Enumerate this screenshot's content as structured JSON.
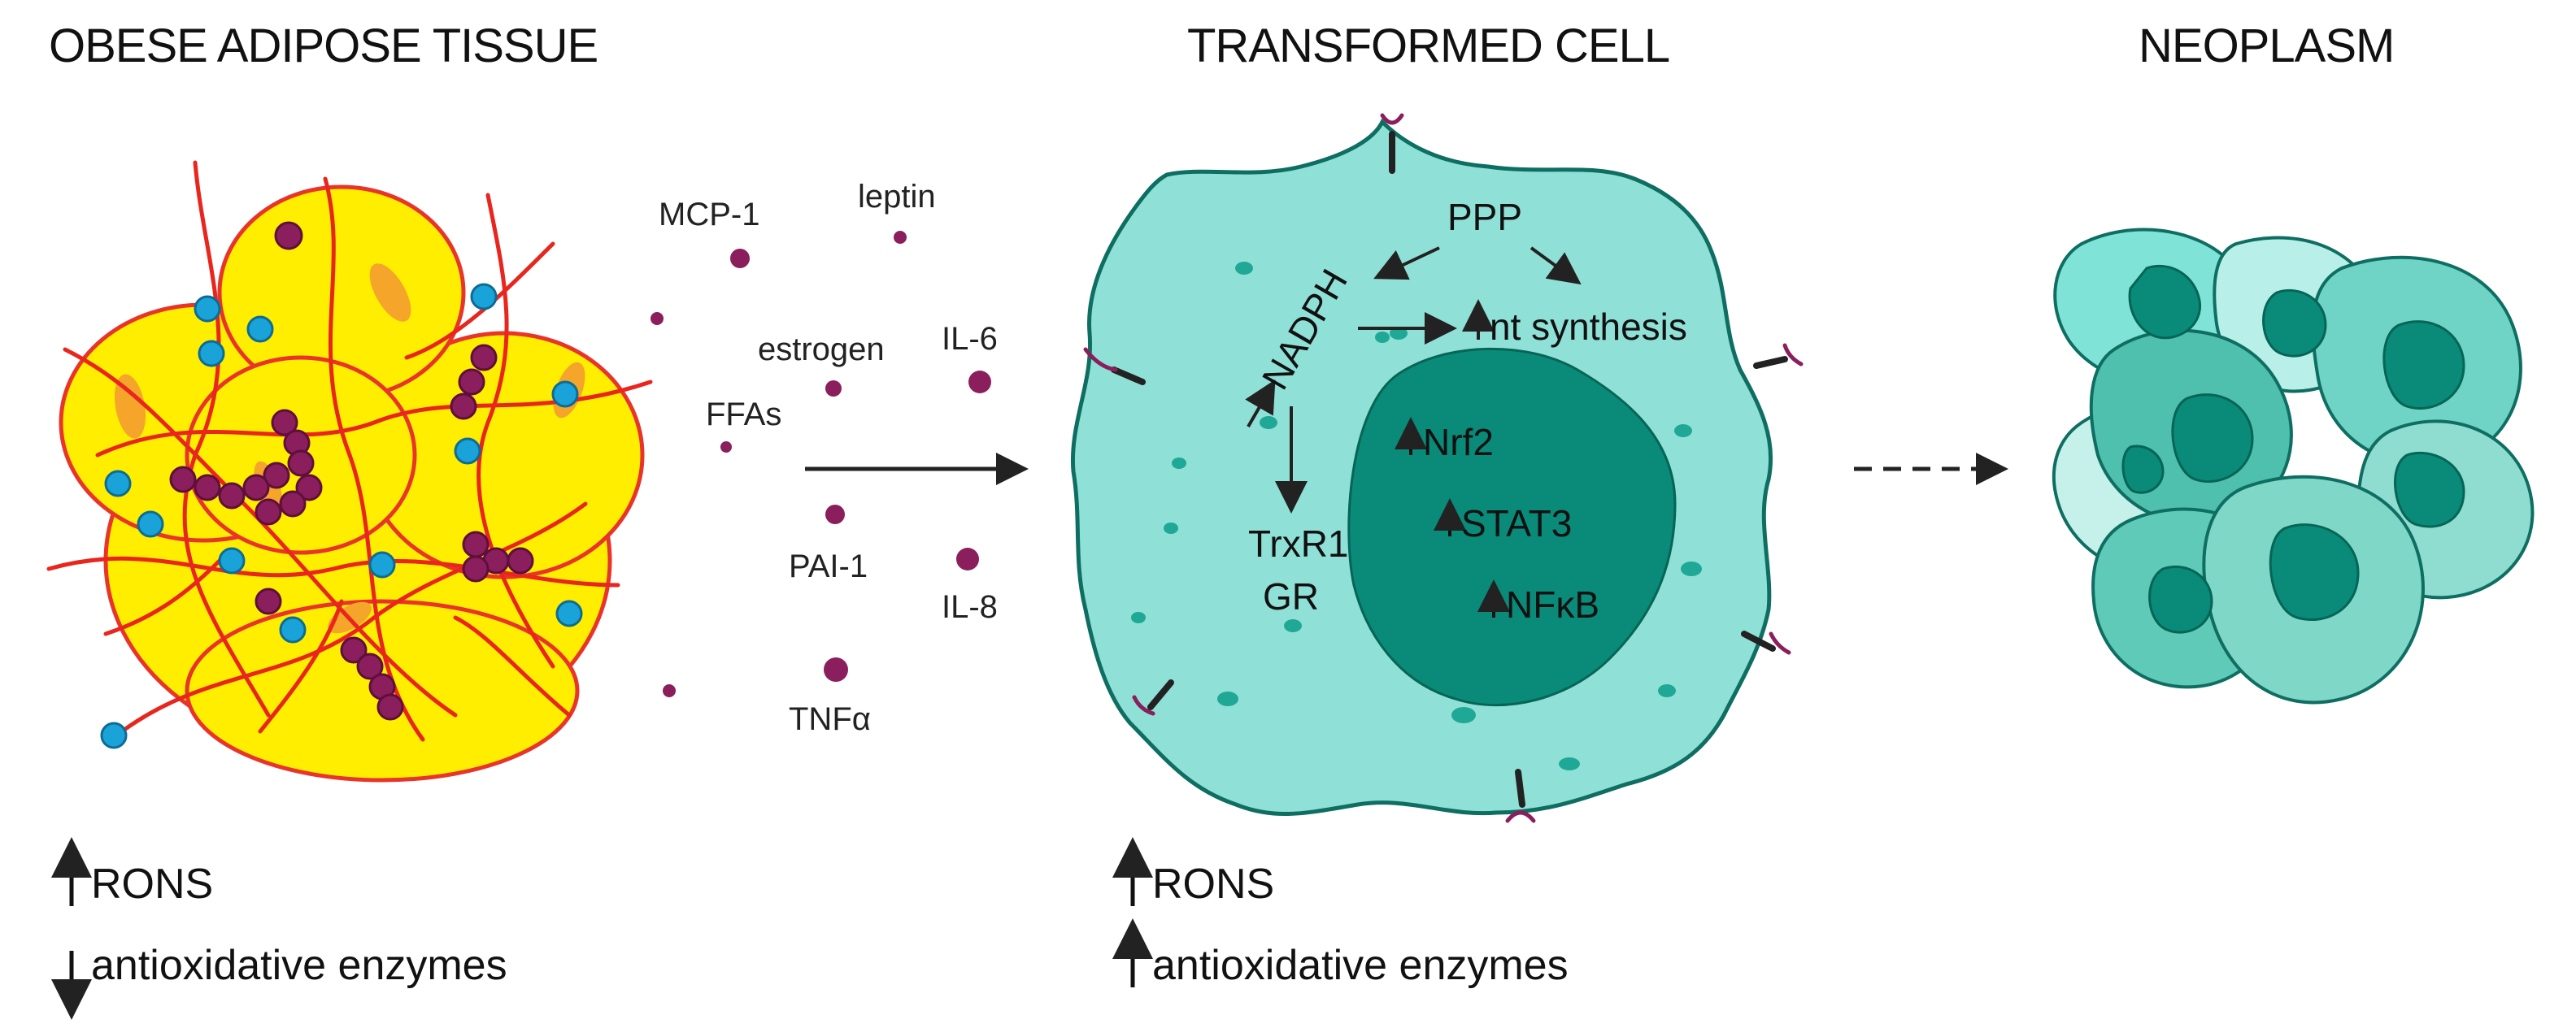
{
  "titles": {
    "adipose": "OBESE ADIPOSE TISSUE",
    "cell": "TRANSFORMED CELL",
    "neoplasm": "NEOPLASM"
  },
  "factors": {
    "mcp1": "MCP-1",
    "leptin": "leptin",
    "estrogen": "estrogen",
    "il6": "IL-6",
    "ffas": "FFAs",
    "pai1": "PAI-1",
    "il8": "IL-8",
    "tnfa": "TNFα"
  },
  "cell_labels": {
    "ppp": "PPP",
    "nadph": "NADPH",
    "nt_synthesis": "nt synthesis",
    "trxr1": "TrxR1",
    "gr": "GR",
    "nrf2": "Nrf2",
    "stat3": "STAT3",
    "nfkb": "NFκB"
  },
  "adipose_effects": {
    "rons": "RONS",
    "enzymes": "antioxidative enzymes"
  },
  "cell_effects": {
    "rons": "RONS",
    "enzymes": "antioxidative enzymes"
  },
  "colors": {
    "adipocyte": "#ffee00",
    "adipocyte_border": "#e8342a",
    "macrophage": "#8b1e5c",
    "t_cell": "#1aa3d9",
    "secreted_factor": "#8b1e5c",
    "cell_body": "#8fe0d6",
    "nucleus": "#0a8a78",
    "receptor": "#8b1e5c"
  }
}
